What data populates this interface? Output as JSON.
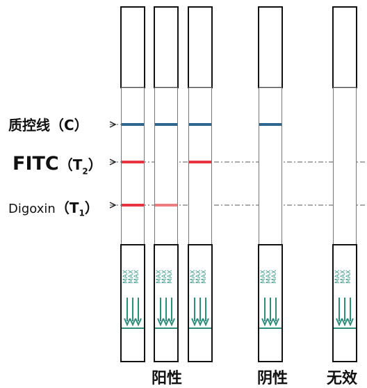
{
  "labels": {
    "control": {
      "text": "质控线",
      "marker": "C"
    },
    "t2": {
      "text": "FITC",
      "marker": "T",
      "sub": "2"
    },
    "t1": {
      "text": "Digoxin",
      "marker": "T",
      "sub": "1"
    }
  },
  "strip_text": "MAX",
  "groups": [
    {
      "label": "阳性"
    },
    {
      "label": "阴性"
    },
    {
      "label": "无效"
    }
  ],
  "strips": [
    {
      "id": "strip-1",
      "group": "阳性",
      "control_line": true,
      "t2_line": "strong",
      "t1_line": "strong",
      "flow_arrows": 3
    },
    {
      "id": "strip-2",
      "group": "阳性",
      "control_line": true,
      "t2_line": "none",
      "t1_line": "faint",
      "flow_arrows": 3
    },
    {
      "id": "strip-3",
      "group": "阳性",
      "control_line": true,
      "t2_line": "strong",
      "t1_line": "none",
      "flow_arrows": 3
    },
    {
      "id": "strip-4",
      "group": "阴性",
      "control_line": true,
      "t2_line": "none",
      "t1_line": "none",
      "flow_arrows": 3
    },
    {
      "id": "strip-5",
      "group": "无效",
      "control_line": false,
      "t2_line": "none",
      "t1_line": "none",
      "flow_arrows": 3
    }
  ],
  "colors": {
    "control_line": "#2f6690",
    "test_line_strong": "#e8343f",
    "test_line_faint": "#f07d7d",
    "arrow": "#2d8c7a",
    "max_text": "#3c9a8c",
    "outline": "#111111"
  }
}
